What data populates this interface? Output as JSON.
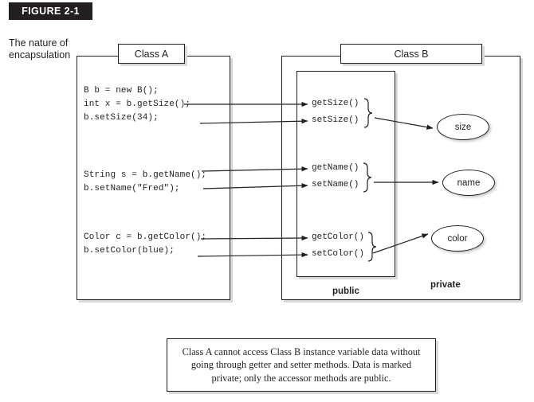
{
  "figure": {
    "banner_label": "FIGURE 2-1",
    "caption": "The nature of encapsulation"
  },
  "class_a": {
    "title": "Class A",
    "code_groups": [
      "B b = new B();\nint x = b.getSize();\nb.setSize(34);",
      "String s = b.getName();\nb.setName(\"Fred\");",
      "Color c = b.getColor();\nb.setColor(blue);"
    ]
  },
  "class_b": {
    "title": "Class B",
    "public_label": "public",
    "private_label": "private",
    "method_groups": [
      "getSize()\nsetSize()",
      "getName()\nsetName()",
      "getColor()\nsetColor()"
    ],
    "fields": [
      {
        "name": "size"
      },
      {
        "name": "name"
      },
      {
        "name": "color"
      }
    ]
  },
  "note": {
    "text": "Class A cannot access Class B instance variable data without going through getter and setter methods. Data is marked private; only the accessor methods are public."
  },
  "colors": {
    "banner_bg": "#231f20",
    "banner_fg": "#ffffff",
    "ink": "#231f20",
    "page_bg": "#ffffff",
    "shadow": "#d9d9d9"
  }
}
